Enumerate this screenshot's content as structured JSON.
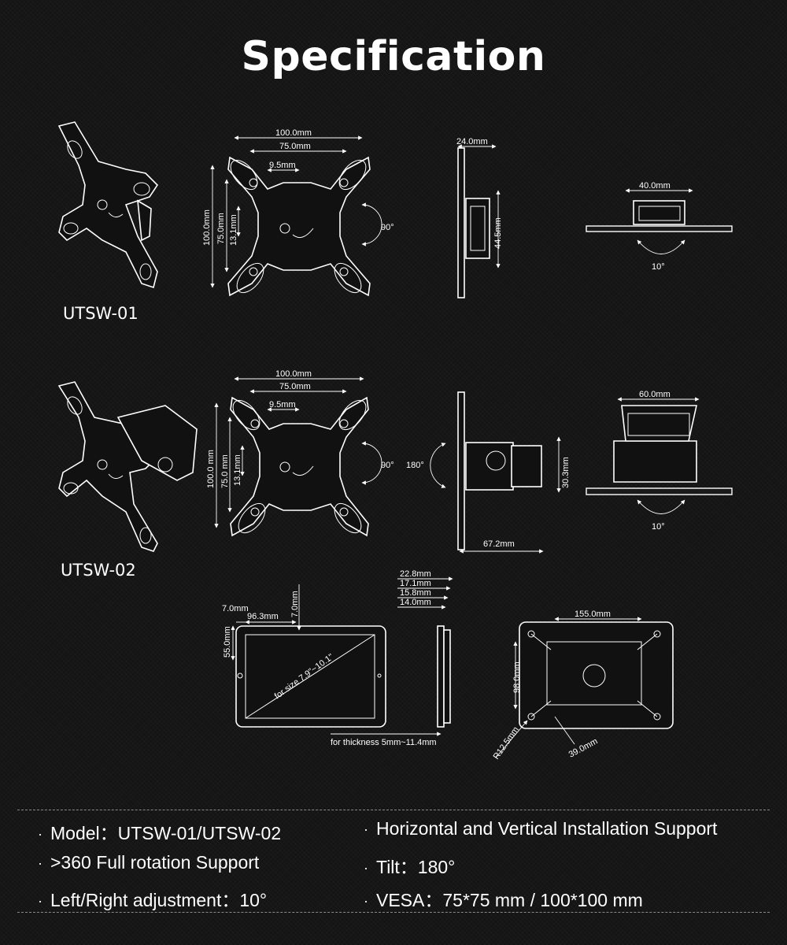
{
  "title": "Specification",
  "models": {
    "first": "UTSW-01",
    "second": "UTSW-02"
  },
  "dims_row1": {
    "w100": "100.0mm",
    "w75": "75.0mm",
    "w9": "9.5mm",
    "h100": "100.0mm",
    "h75": "75.0mm",
    "h13": "13.1mm",
    "rot": "90°",
    "side_w": "24.0mm",
    "side_h": "44.5mm",
    "top_w": "40.0mm",
    "tilt": "10°"
  },
  "dims_row2": {
    "w100": "100.0mm",
    "w75": "75.0mm",
    "w9": "9.5mm",
    "h100": "100.0 mm",
    "h75": "75.0 mm",
    "h13": "13.1mm",
    "rot": "90°",
    "swing": "180°",
    "side_h": "30.3mm",
    "side_w": "67.2mm",
    "top_w": "60.0mm",
    "tilt": "10°"
  },
  "dims_row3": {
    "d1": "22.8mm",
    "d2": "17.1mm",
    "d3": "15.8mm",
    "d4": "14.0mm",
    "front_a": "7.0mm",
    "front_b": "96.3mm",
    "front_c": "7.0mm",
    "front_h": "55.0mm",
    "size": "for size 7.9\"~10.1\"",
    "thickness": "for thickness 5mm~11.4mm",
    "back_w": "155.0mm",
    "back_h": "98.0mm",
    "radius": "R12.5mm",
    "hole": "39.0mm"
  },
  "specs": [
    "Model：UTSW-01/UTSW-02",
    "Horizontal and Vertical Installation Support",
    ">360 Full rotation Support",
    "Tilt：180°",
    "Left/Right adjustment：10°",
    "VESA：75*75 mm / 100*100 mm"
  ],
  "bullet": "·"
}
